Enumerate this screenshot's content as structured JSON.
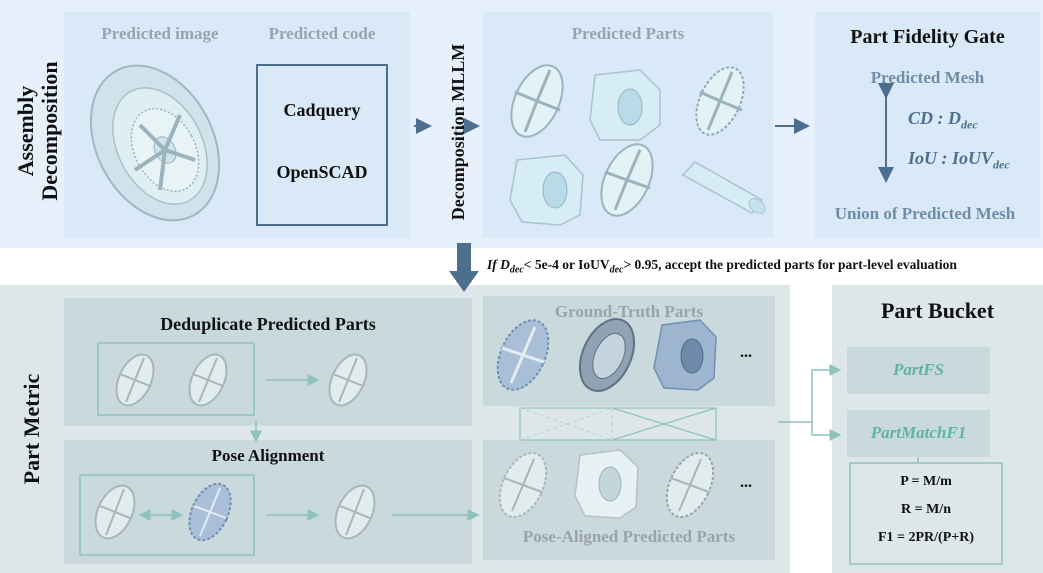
{
  "top": {
    "section_label_line1": "Assembly",
    "section_label_line2": "Decomposition",
    "predicted_image": "Predicted image",
    "predicted_code": "Predicted code",
    "code_lang1": "Cadquery",
    "code_lang2": "OpenSCAD",
    "mllm_label": "Decomposition MLLM",
    "predicted_parts": "Predicted Parts",
    "gate_title": "Part Fidelity Gate",
    "gate_mesh": "Predicted Mesh",
    "gate_cd": "CD :  D",
    "gate_cd_sub": "dec",
    "gate_iou": "IoU :  IoUV",
    "gate_iou_sub": "dec",
    "gate_union": "Union of Predicted Mesh"
  },
  "condition": {
    "prefix": "If D",
    "sub1": "dec",
    "mid1": "< 5e-4 or IoUV",
    "sub2": "dec",
    "suffix": "> 0.95, accept the predicted parts for part-level evaluation"
  },
  "bottom": {
    "section_label": "Part Metric",
    "dedup_title": "Deduplicate Predicted Parts",
    "pose_title": "Pose Alignment",
    "gt_parts": "Ground-Truth Parts",
    "pose_aligned": "Pose-Aligned Predicted Parts",
    "ellipsis1": "...",
    "ellipsis2": "...",
    "bucket_title": "Part Bucket",
    "partfs": "PartFS",
    "partmatch": "PartMatchF1",
    "formula_p": "P = M/m",
    "formula_r": "R = M/n",
    "formula_f1": "F1 = 2PR/(P+R)"
  },
  "colors": {
    "panel_blue": "#e6f0fb",
    "panel_gray": "#dde7e9",
    "arrow_blue": "#4d6f8e",
    "teal": "#5fb3a6",
    "part_fill": "#cfe8f2"
  }
}
